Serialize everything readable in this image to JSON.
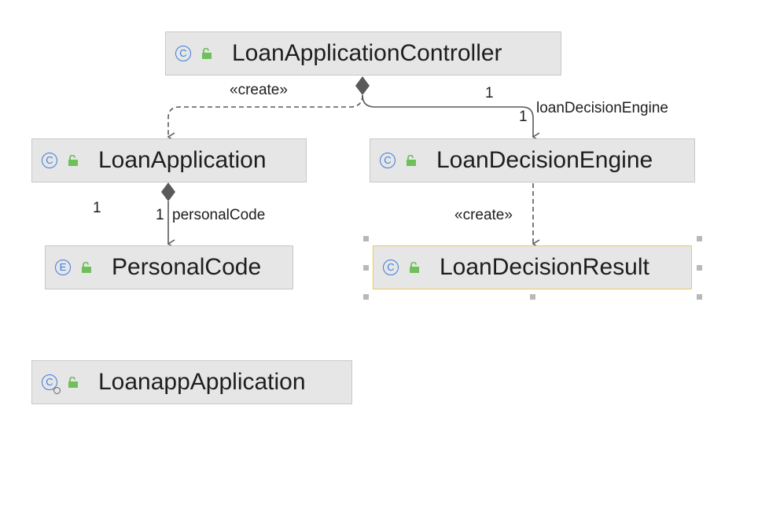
{
  "nodes": {
    "controller": {
      "name": "LoanApplicationController",
      "kind": "C"
    },
    "loan_application": {
      "name": "LoanApplication",
      "kind": "C"
    },
    "decision_engine": {
      "name": "LoanDecisionEngine",
      "kind": "C"
    },
    "personal_code": {
      "name": "PersonalCode",
      "kind": "E"
    },
    "decision_result": {
      "name": "LoanDecisionResult",
      "kind": "C"
    },
    "loanapp_application": {
      "name": "LoanappApplication",
      "kind": "C"
    }
  },
  "edges": {
    "controller_creates_application": {
      "label": "«create»"
    },
    "controller_to_engine": {
      "source_multiplicity": "1",
      "target_multiplicity": "1",
      "role": "loanDecisionEngine"
    },
    "application_to_personal_code": {
      "source_multiplicity": "1",
      "target_multiplicity": "1",
      "role": "personalCode"
    },
    "engine_creates_result": {
      "label": "«create»"
    }
  },
  "colors": {
    "node_fill": "#e6e6e6",
    "node_border": "#c8c8c8",
    "selected_border": "#f2c94c",
    "class_icon": "#3d7ddb",
    "lock_icon": "#6fbf5b",
    "connector": "#5a5a5a"
  },
  "icons": {
    "class_kind": "class-icon",
    "enum_kind": "enum-icon",
    "visibility": "unlock-icon",
    "runnable": "run-badge-icon"
  }
}
